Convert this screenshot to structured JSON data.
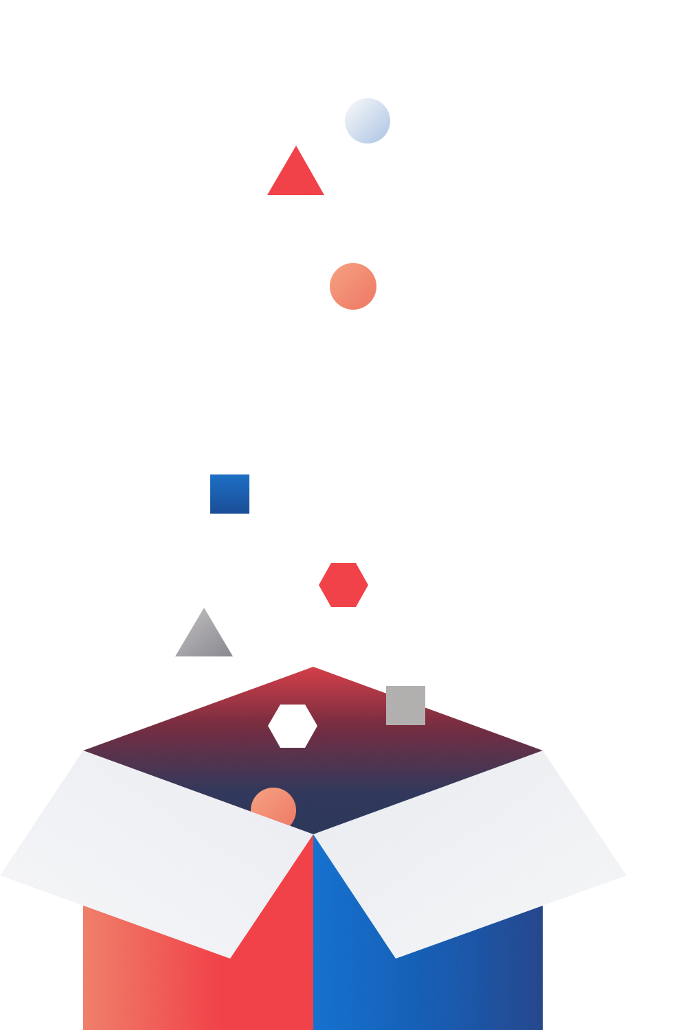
{
  "scene": {
    "description_shown": "",
    "colors": {
      "red": "#F6434B",
      "salmon": "#F58C72",
      "blue": "#1A62BE",
      "navy": "#313A5C",
      "maroon": "#7E2D3D",
      "gray": "#B4B2B2",
      "pale_blue": "#E6EEF7",
      "flap_white": "#F1F3F7"
    },
    "shapes": [
      {
        "name": "pale-circle",
        "kind": "circle"
      },
      {
        "name": "red-triangle",
        "kind": "triangle"
      },
      {
        "name": "salmon-circle-top",
        "kind": "circle"
      },
      {
        "name": "blue-square",
        "kind": "square"
      },
      {
        "name": "red-hexagon",
        "kind": "hexagon"
      },
      {
        "name": "gray-triangle",
        "kind": "triangle"
      },
      {
        "name": "gray-square",
        "kind": "square"
      },
      {
        "name": "white-hexagon",
        "kind": "hexagon"
      },
      {
        "name": "salmon-circle-box",
        "kind": "circle"
      }
    ]
  }
}
